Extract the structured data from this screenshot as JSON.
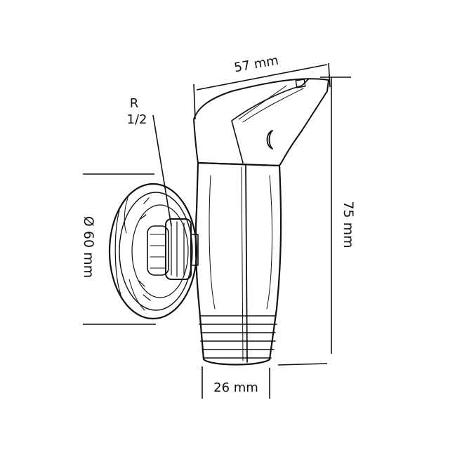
{
  "dimensions": {
    "length": "57 mm",
    "height": "75 mm",
    "diameter": "Ø 60 mm",
    "width": "26 mm",
    "thread_line1": "R",
    "thread_line2": "1/2"
  },
  "colors": {
    "line": "#111111",
    "background": "#ffffff"
  }
}
